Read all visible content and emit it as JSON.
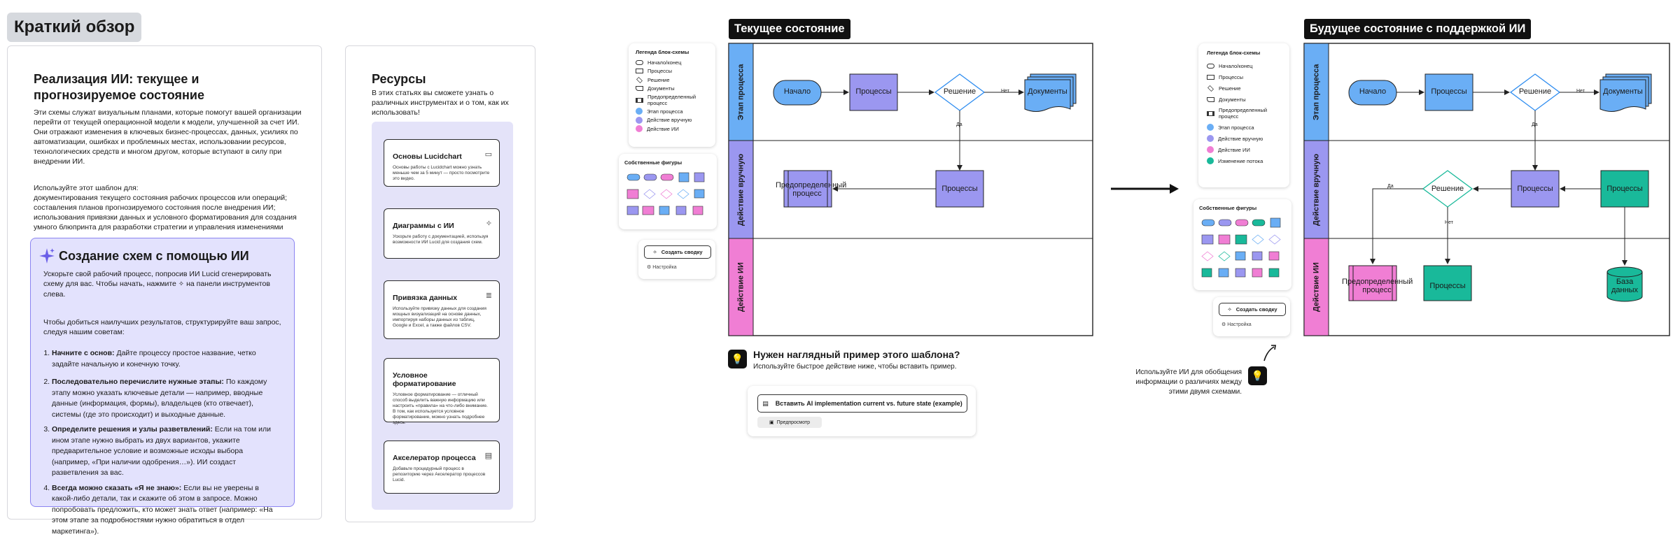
{
  "overview": {
    "title": "Краткий обзор",
    "heading": "Реализация ИИ: текущее и прогнозируемое состояние",
    "intro": "Эти схемы служат визуальным планами, которые помогут вашей организации перейти от текущей операционной модели к модели, улучшенной за счет ИИ. Они отражают изменения в ключевых бизнес-процессах, данных, усилиях по автоматизации, ошибках и проблемных местах, использовании ресурсов, технологических средств и многом другом, которые вступают в силу при внедрении ИИ.",
    "use_for": "Используйте этот шаблон для:",
    "use_items": [
      "документирования текущего состояния рабочих процессов или операций;",
      "составления планов прогнозируемого состояния после внедрения ИИ;",
      "использования привязки данных и условного форматирования для создания умного блюпринта для разработки стратегии и управления изменениями"
    ]
  },
  "ai": {
    "title": "Создание схем с помощью ИИ",
    "p1a": "Ускорьте свой рабочий процесс, попросив ИИ Lucid сгенерировать схему для вас. Чтобы начать, нажмите",
    "p1b": "на панели инструментов слева.",
    "p2": "Чтобы добиться наилучших результатов, структурируйте ваш запрос, следуя нашим советам:",
    "tips": [
      {
        "b": "Начните с основ:",
        "t": " Дайте процессу простое название, четко задайте начальную и конечную точку."
      },
      {
        "b": "Последовательно перечислите нужные этапы:",
        "t": " По каждому этапу можно указать ключевые детали — например, вводные данные (информация, формы), владельцев (кто отвечает), системы (где это происходит) и выходные данные."
      },
      {
        "b": "Определите решения и узлы разветвлений:",
        "t": " Если на том или ином этапе нужно выбрать из двух вариантов, укажите предварительное условие и возможные исходы выбора (например, «При наличии одобрения…»). ИИ создаст разветвления за вас."
      },
      {
        "b": "Всегда можно сказать «Я не знаю»:",
        "t": " Если вы не уверены в какой-либо детали, так и скажите об этом в запросе. Можно попробовать предложить, кто может знать ответ (например: «На этом этапе за подробностями нужно обратиться в отдел маркетинга»)."
      }
    ]
  },
  "resources": {
    "title": "Ресурсы",
    "intro": "В этих статьях вы сможете узнать о различных инструментах и о том, как их использовать!",
    "cards": [
      {
        "title": "Основы Lucidchart",
        "desc": "Основы работы с Lucidchart можно узнать меньше чем за 5 минут — просто посмотрите это видео."
      },
      {
        "title": "Диаграммы с ИИ",
        "desc": "Ускорьте работу с документацией, используя возможности ИИ Lucid для создания схем."
      },
      {
        "title": "Привязка данных",
        "desc": "Используйте привязку данных для создания мощных визуализаций на основе данных, импортируя наборы данных из таблиц, Google и Excel, а также файлов CSV."
      },
      {
        "title": "Условное форматирование",
        "desc": "Условное форматирование — отличный способ выделить важную информацию или настроить «правила» на что-либо внимание. В том, как используется условное форматирование, можно узнать подробнее здесь."
      },
      {
        "title": "Акселератор процесса",
        "desc": "Добавьте процедурный процесс в репозиторию через Акселератор процессов Lucid."
      }
    ]
  },
  "legend": {
    "title": "Легенда блок-схемы",
    "items": [
      "Начало/конец",
      "Процессы",
      "Решение",
      "Документы",
      "Предопределенный процесс"
    ],
    "colored": [
      {
        "label": "Этап процесса",
        "color": "#6aaef5"
      },
      {
        "label": "Действие вручную",
        "color": "#9b97f0"
      },
      {
        "label": "Действие ИИ",
        "color": "#f07ed4"
      }
    ],
    "colored_future_extra": {
      "label": "Изменение потока",
      "color": "#19b99a"
    }
  },
  "custom_shapes": {
    "title": "Собственные фигуры"
  },
  "summary_button": "Создать сводку",
  "settings_label": "Настройка",
  "current": {
    "title": "Текущее состояние",
    "lanes": [
      "Этап процесса",
      "Действие вручную",
      "Действие ИИ"
    ],
    "start": "Начало",
    "process": "Процессы",
    "decision": "Решение",
    "documents": "Документы",
    "yes": "Да",
    "no": "Нет",
    "predefined": "Предопределенный процесс",
    "process2": "Процессы"
  },
  "future": {
    "title": "Будущее состояние с поддержкой ИИ",
    "lanes": [
      "Этап процесса",
      "Действие вручную",
      "Действие ИИ"
    ],
    "start": "Начало",
    "process": "Процессы",
    "decision": "Решение",
    "documents": "Документы",
    "yes": "Да",
    "no": "Нет",
    "decision2": "Решение",
    "process_manual": "Процессы",
    "process_teal": "Процессы",
    "predefined": "Предопределенный процесс",
    "process_ai": "Процессы",
    "database": "База данных"
  },
  "example": {
    "heading": "Нужен наглядный пример этого шаблона?",
    "sub": "Используйте быстрое действие ниже, чтобы вставить пример.",
    "insert": "Вставить AI implementation current vs. future state (example)",
    "preview": "Предпросмотр"
  },
  "ai_hint": "Используйте ИИ для обобщения информации о различиях между этими двумя схемами.",
  "colors": {
    "blue": "#6aaef5",
    "purple": "#9b97f0",
    "pink": "#f07ed4",
    "teal": "#19b99a",
    "ai_bg": "#e3e2fd"
  }
}
